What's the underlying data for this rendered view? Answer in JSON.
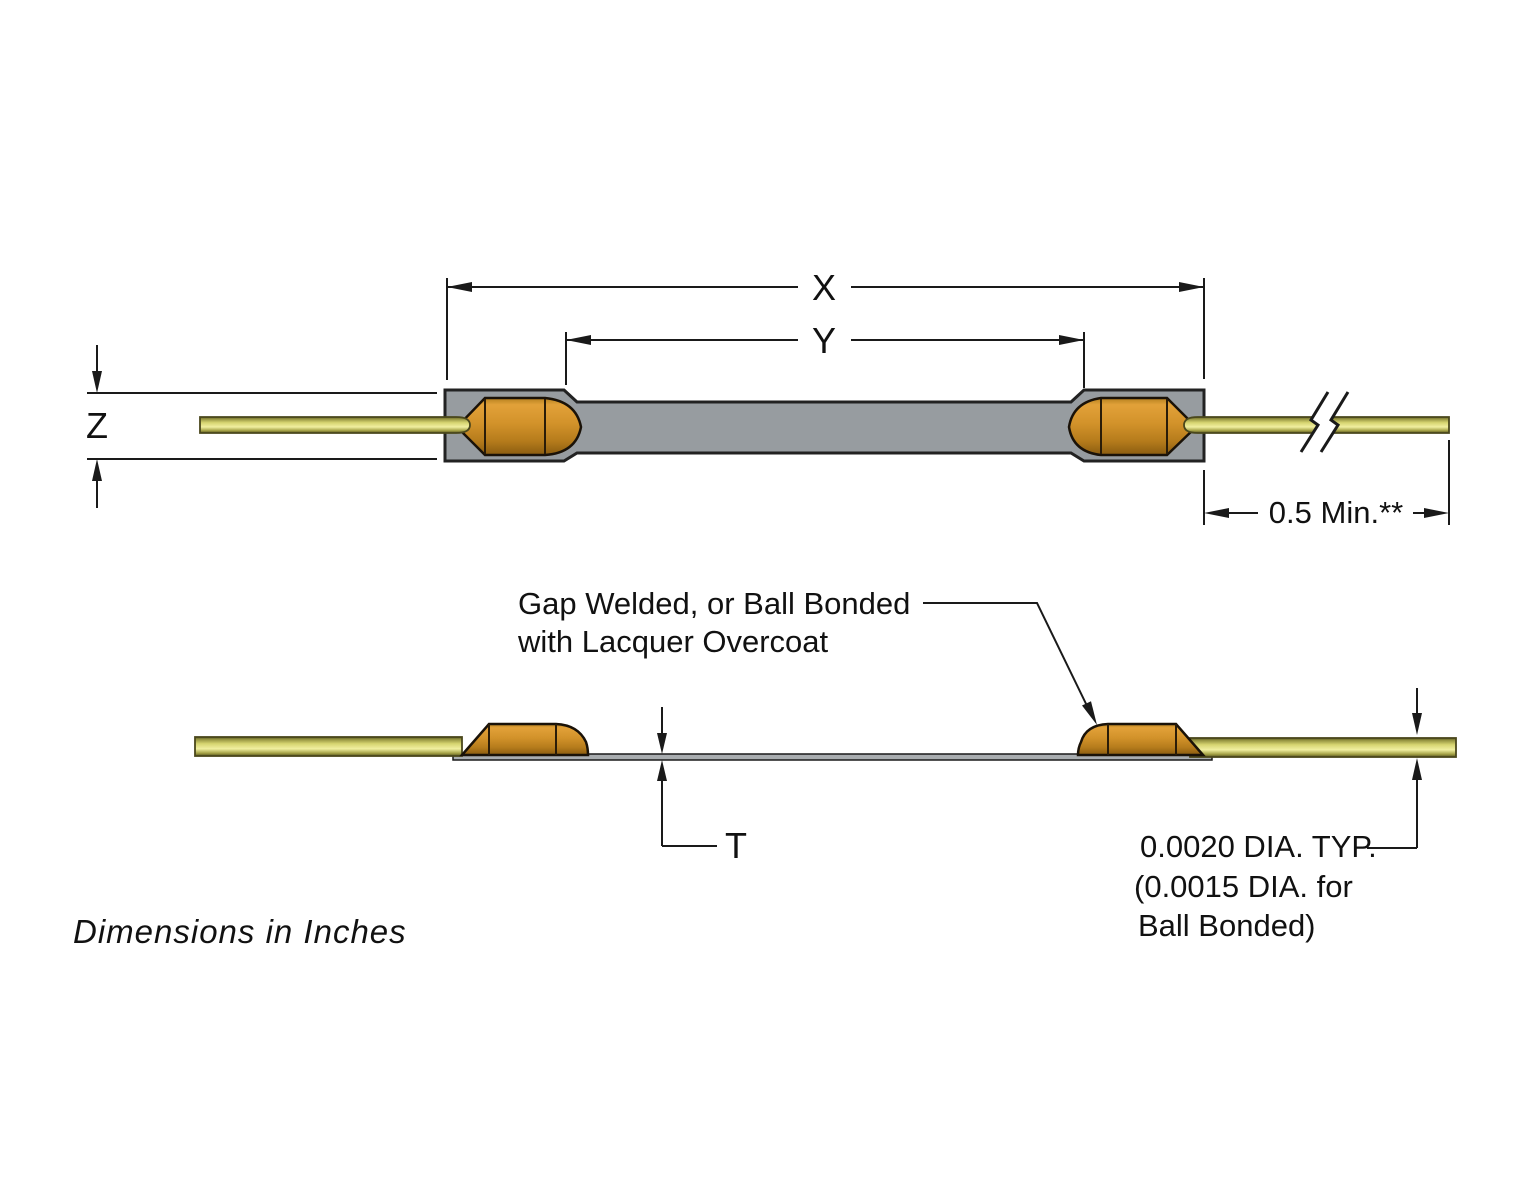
{
  "diagram": {
    "kind": "technical-drawing-dimensioned",
    "labels": {
      "dim_x": "X",
      "dim_y": "Y",
      "dim_z": "Z",
      "dim_t": "T",
      "lead_min": "0.5 Min.**"
    },
    "weld_note": {
      "line1": "Gap Welded, or Ball Bonded",
      "line2": "with Lacquer Overcoat"
    },
    "wire_dia_note": {
      "line1": "0.0020 DIA. TYP.",
      "line2": "(0.0015 DIA. for",
      "line3": "Ball Bonded)"
    },
    "footnote": "Dimensions in Inches",
    "colors": {
      "background": "#ffffff",
      "body_gray": "#979ca0",
      "substrate_gray": "#a9adb0",
      "weld_orange": "#d6912a",
      "lead_yellow": "#d9d46a",
      "line_black": "#1a1a1a"
    }
  }
}
